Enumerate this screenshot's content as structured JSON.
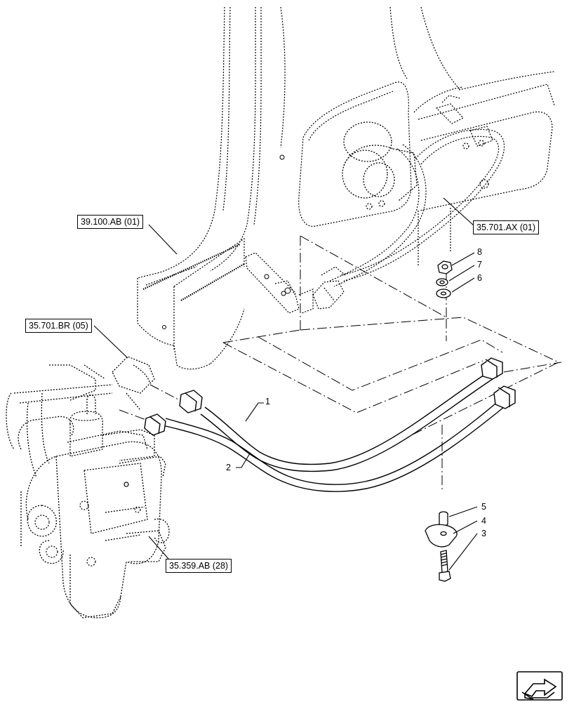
{
  "references": {
    "frame": "39.100.AB (01)",
    "cylinder_lines": "35.701.AX (01)",
    "coupler": "35.701.BR (05)",
    "control_valve": "35.359.AB (28)"
  },
  "parts": {
    "p1": "1",
    "p2": "2",
    "p3": "3",
    "p4": "4",
    "p5": "5",
    "p6": "6",
    "p7": "7",
    "p8": "8"
  },
  "icons": {
    "navigation": "next-page-arrow-icon"
  }
}
